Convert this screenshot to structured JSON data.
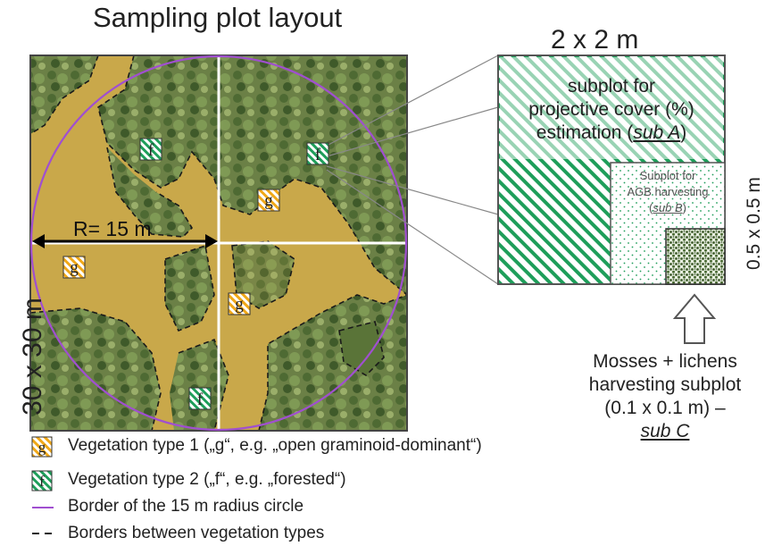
{
  "title": "Sampling plot layout",
  "plot_size": "30 x 30 m",
  "radius_label": "R= 15 m",
  "subplot_size": "2 x 2 m",
  "subplot_side": "0.5 x 0.5 m",
  "sub_a": {
    "line1": "subplot  for",
    "line2": "projective cover (%)",
    "line3": "estimation (",
    "tag": "sub A",
    "line3_end": ")"
  },
  "sub_b": {
    "line1": "Subplot  for",
    "line2": "AGB harvesting",
    "open": "(",
    "tag": "sub B",
    "close": ")"
  },
  "sub_c": {
    "line1": "Mosses + lichens",
    "line2": "harvesting subplot",
    "line3": "(0.1 x 0.1 m) –",
    "tag": "sub C"
  },
  "markers": {
    "g": "g",
    "f": "f"
  },
  "legend": [
    {
      "key": "g",
      "text": "Vegetation type 1 („g“, e.g. „open graminoid-dominant“)"
    },
    {
      "key": "f",
      "text": "Vegetation type 2 („f“, e.g. „forested“)"
    },
    {
      "key": "circle",
      "text": "Border of the 15 m radius circle"
    },
    {
      "key": "dash",
      "text": "Borders between vegetation types"
    }
  ],
  "colors": {
    "green": "#1e9e5a",
    "orange": "#f0a818",
    "purple": "#a04fd0",
    "moss": "#4a6a34",
    "meadow": "#c9a84a",
    "forest": "#5c7a3e"
  }
}
